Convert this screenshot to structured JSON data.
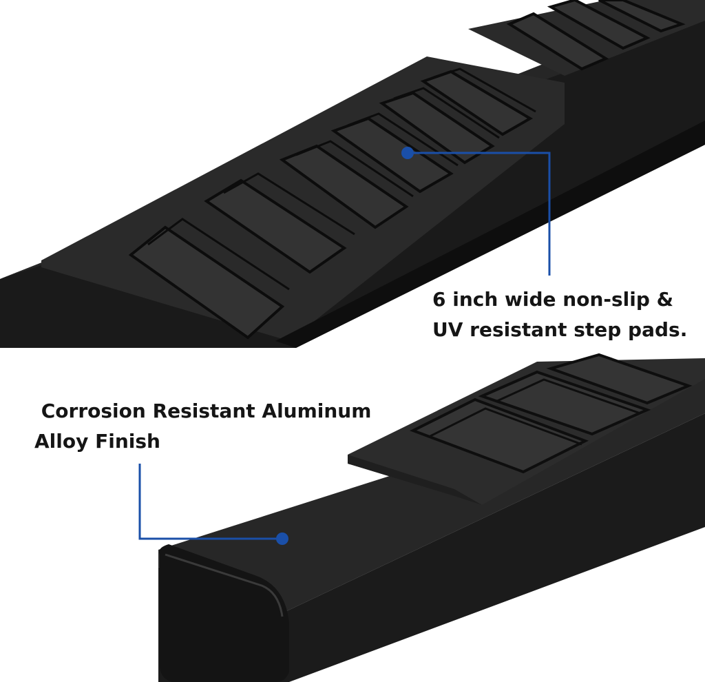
{
  "callouts": {
    "step_pads": {
      "line1": "6 inch wide non-slip &",
      "line2": "UV resistant step pads."
    },
    "finish": {
      "line1": " Corrosion Resistant Aluminum",
      "line2": "Alloy Finish"
    }
  },
  "colors": {
    "leader_line": "#1a4fa8",
    "callout_text": "#151515",
    "board_black": "#1c1c1c",
    "background": "#ffffff"
  }
}
